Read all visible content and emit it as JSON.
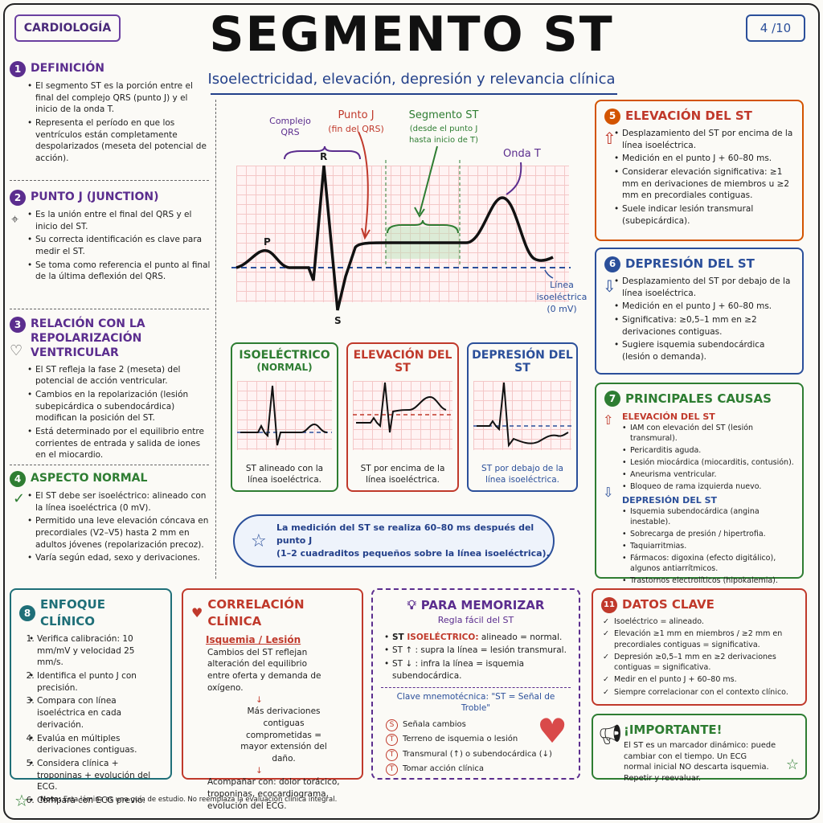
{
  "header": {
    "tag": "CARDIOLOGÍA",
    "title": "SEGMENTO ST",
    "subtitle": "Isoelectricidad, elevación, depresión y relevancia clínica",
    "page": "4 /10"
  },
  "colors": {
    "purple": "#5b2d8e",
    "blue": "#2b4f9a",
    "red": "#c0392b",
    "green": "#2e7d32",
    "orange": "#d35400"
  },
  "s1": {
    "n": "1",
    "title": "DEFINICIÓN",
    "items": [
      "El segmento ST es la porción entre el final del complejo QRS (punto J) y el inicio de la onda T.",
      "Representa el período en que los ventrículos están completamente despolarizados (meseta del potencial de acción)."
    ]
  },
  "s2": {
    "n": "2",
    "title": "PUNTO J (JUNCTION)",
    "items": [
      "Es la unión entre el final del QRS y el inicio del ST.",
      "Su correcta identificación es clave para medir el ST.",
      "Se toma como referencia el punto al final de la última deflexión del QRS."
    ]
  },
  "s3": {
    "n": "3",
    "title": "RELACIÓN CON LA REPOLARIZACIÓN VENTRICULAR",
    "items": [
      "El ST refleja la fase 2 (meseta) del potencial de acción ventricular.",
      "Cambios en la repolarización (lesión subepicárdica o subendocárdica) modifican la posición del ST.",
      "Está determinado por el equilibrio entre corrientes de entrada y salida de iones en el miocardio."
    ]
  },
  "s4": {
    "n": "4",
    "title": "ASPECTO NORMAL",
    "items": [
      "El ST debe ser isoeléctrico: alineado con la línea isoeléctrica (0 mV).",
      "Permitido una leve elevación cóncava en precordiales (V2–V5) hasta 2 mm en adultos jóvenes (repolarización precoz).",
      "Varía según edad, sexo y derivaciones."
    ]
  },
  "ecg": {
    "complejo": "Complejo QRS",
    "puntoj": "Punto J",
    "puntoj2": "(fin del QRS)",
    "segst": "Segmento ST",
    "segst2": "(desde el punto J",
    "segst3": "hasta inicio de T)",
    "ondat": "Onda T",
    "p": "P",
    "r": "R",
    "s": "S",
    "linea": "Línea",
    "linea2": "isoeléctrica",
    "linea3": "(0 mV)"
  },
  "mini1": {
    "h1": "ISOELÉCTRICO",
    "h2": "(NORMAL)",
    "c1": "ST alineado con la",
    "c2": "línea isoeléctrica."
  },
  "mini2": {
    "h1": "ELEVACIÓN DEL ST",
    "c1": "ST por encima de la",
    "c2": "línea isoeléctrica."
  },
  "mini3": {
    "h1": "DEPRESIÓN DEL ST",
    "c1": "ST por debajo de la",
    "c2": "línea isoeléctrica."
  },
  "cloud": {
    "l1": "La medición del ST se realiza  60–80 ms después del punto J",
    "l2": "(1–2 cuadraditos pequeños sobre la línea isoeléctrica)."
  },
  "s5": {
    "n": "5",
    "title": "ELEVACIÓN DEL ST",
    "items": [
      "Desplazamiento del ST por encima de la línea isoeléctrica.",
      "Medición en el punto J + 60–80 ms.",
      "Considerar elevación significativa: ≥1 mm en derivaciones de miembros u ≥2 mm en precordiales contiguas.",
      "Suele indicar lesión transmural (subepicárdica)."
    ]
  },
  "s6": {
    "n": "6",
    "title": "DEPRESIÓN DEL ST",
    "items": [
      "Desplazamiento del ST por debajo de la línea isoeléctrica.",
      "Medición en el punto J + 60–80 ms.",
      "Significativa: ≥0,5–1 mm en ≥2 derivaciones contiguas.",
      "Sugiere isquemia subendocárdica (lesión o demanda)."
    ]
  },
  "s7": {
    "n": "7",
    "title": "PRINCIPALES CAUSAS",
    "sub1": "ELEVACIÓN DEL ST",
    "items1": [
      "IAM con elevación del ST (lesión transmural).",
      "Pericarditis aguda.",
      "Lesión miocárdica (miocarditis, contusión).",
      "Aneurisma ventricular.",
      "Bloqueo de rama izquierda nuevo."
    ],
    "sub2": "DEPRESIÓN DEL ST",
    "items2": [
      "Isquemia subendocárdica (angina inestable).",
      "Sobrecarga de presión / hipertrofia.",
      "Taquiarritmias.",
      "Fármacos: digoxina (efecto digitálico), algunos antiarrítmicos.",
      "Trastornos electrolíticos (hipokalemia)."
    ]
  },
  "s8": {
    "n": "8",
    "title": "ENFOQUE CLÍNICO",
    "items": [
      "Verifica calibración: 10 mm/mV y velocidad 25 mm/s.",
      "Identifica el punto J con precisión.",
      "Compara con línea isoeléctrica en cada derivación.",
      "Evalúa en múltiples derivaciones contiguas.",
      "Considera clínica + troponinas + evolución del ECG.",
      "Compara con ECG previo."
    ]
  },
  "corr": {
    "title": "CORRELACIÓN CLÍNICA",
    "sub": "Isquemia / Lesión",
    "t1": "Cambios del ST reflejan alteración del equilibrio entre oferta y demanda de oxígeno.",
    "t2": "Más derivaciones contiguas comprometidas = mayor extensión del daño.",
    "t3": "Acompañar con: dolor torácico, troponinas, ecocardiograma, evolución del ECG."
  },
  "mem": {
    "title": "PARA MEMORIZAR",
    "sub": "Regla fácil del ST",
    "r1a": "ST ",
    "r1b": "ISOELÉCTRICO:",
    "r1c": " alineado = normal.",
    "r2": "ST ↑ : supra la línea = lesión transmural.",
    "r3": "ST ↓ : infra la línea = isquemia subendocárdica.",
    "mnem": "Clave mnemotécnica: \"ST = Señal de Troble\"",
    "m1": "Señala cambios",
    "m2": "Terreno de isquemia o lesión",
    "m3": "Transmural (↑) o subendocárdica (↓)",
    "m4": "Tomar acción clínica",
    "l1": "S",
    "l2": "T",
    "l3": "T",
    "l4": "T"
  },
  "s11": {
    "n": "11",
    "title": "DATOS CLAVE",
    "items": [
      "Isoeléctrico = alineado.",
      "Elevación ≥1 mm en miembros / ≥2 mm en precordiales contiguas = significativa.",
      "Depresión ≥0,5–1 mm en ≥2 derivaciones contiguas = significativa.",
      "Medir en el punto J + 60–80 ms.",
      "Siempre correlacionar con el contexto clínico."
    ]
  },
  "imp": {
    "title": "¡IMPORTANTE!",
    "text": "El ST es un marcador dinámico: puede cambiar con el tiempo. Un ECG normal inicial NO descarta isquemia. Repetir y reevaluar."
  },
  "note": {
    "label": "Nota:",
    "text": "Esta lámina es una guía de estudio. No reemplaza la evaluación clínica integral."
  }
}
